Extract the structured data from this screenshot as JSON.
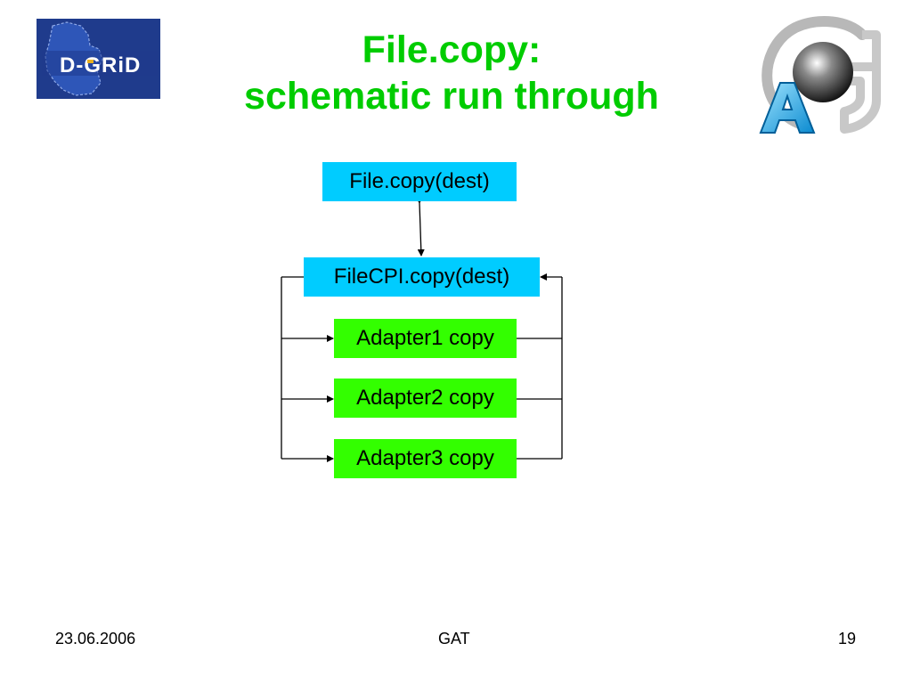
{
  "slide": {
    "title_line1": "File.copy:",
    "title_line2": "schematic run through"
  },
  "logos": {
    "left_name": "D-GRID",
    "right_name": "GAT"
  },
  "diagram": {
    "file_copy": "File.copy(dest)",
    "filecpi_copy": "FileCPI.copy(dest)",
    "adapters": [
      "Adapter1 copy",
      "Adapter2 copy",
      "Adapter3 copy"
    ]
  },
  "footer": {
    "date": "23.06.2006",
    "center": "GAT",
    "page": "19"
  },
  "colors": {
    "title": "#00cc00",
    "box_blue": "#00ccff",
    "box_green": "#33ff00",
    "logo_bg": "#1f3b8c"
  }
}
